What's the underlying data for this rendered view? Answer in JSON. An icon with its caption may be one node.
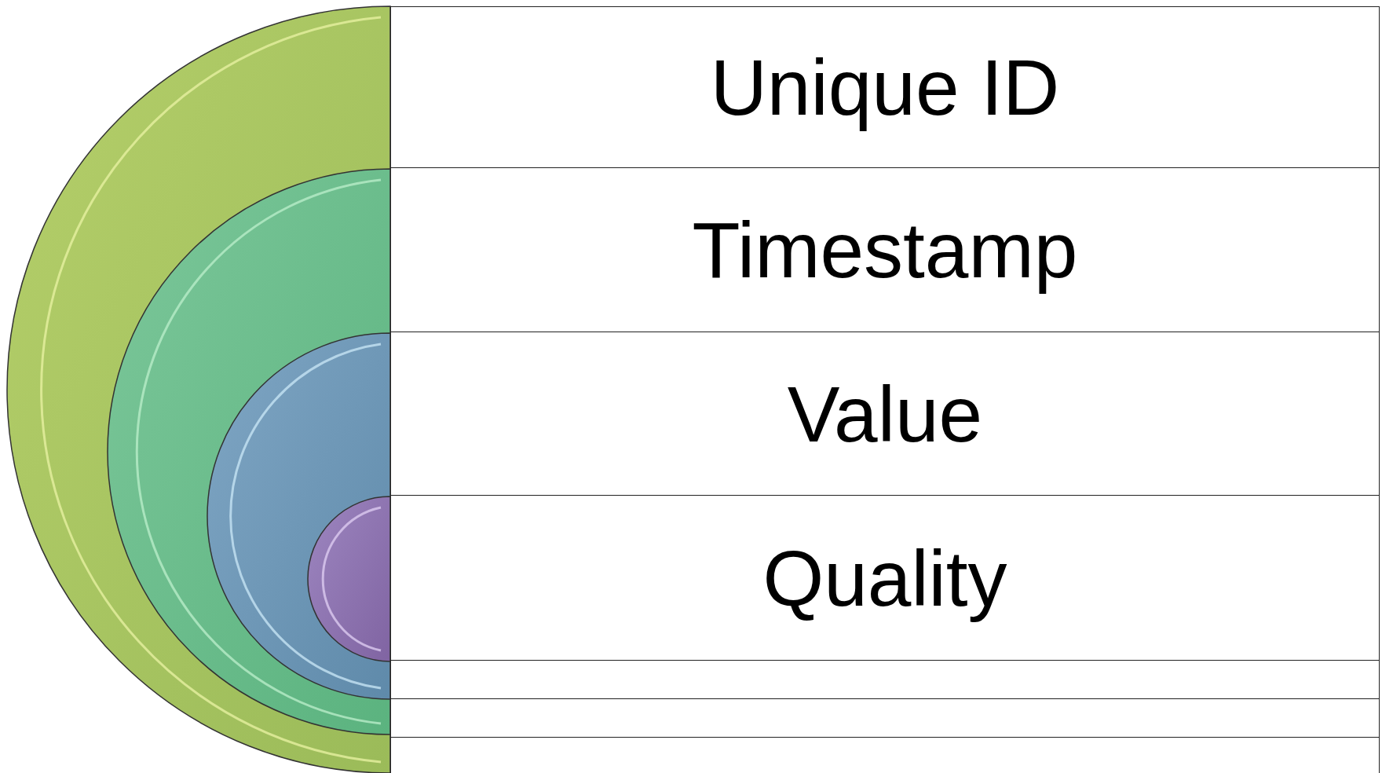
{
  "diagram": {
    "nodes": [
      {
        "text": [
          "Unique ID"
        ]
      },
      {
        "text": [
          "Timestamp"
        ]
      },
      {
        "text": [
          "Value"
        ]
      },
      {
        "text": [
          "Quality"
        ]
      },
      {
        "text": [],
        "shape": "box"
      },
      {
        "text": [],
        "shape": "box"
      },
      {
        "text": [],
        "shape": "box"
      }
    ]
  }
}
